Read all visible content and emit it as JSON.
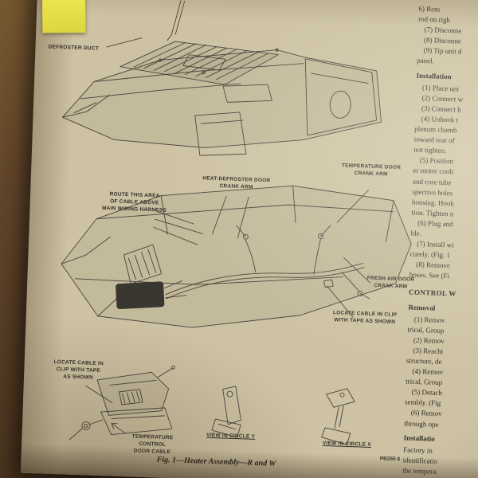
{
  "figure": {
    "labels": {
      "defroster_duct": "DEFROSTER DUCT",
      "route_cable": "ROUTE THIS AREA\nOF CABLE ABOVE\nMAIN WIRING HARNESS",
      "heat_defroster_crank": "HEAT-DEFROSTER DOOR\nCRANK ARM",
      "temperature_door_crank": "TEMPERATURE DOOR\nCRANK ARM",
      "fresh_air_crank": "FRESH AIR DOOR\nCRANK ARM",
      "locate_cable_clip_right": "LOCATE CABLE IN CLIP\nWITH TAPE AS SHOWN",
      "locate_cable_clip_left": "LOCATE CABLE IN\nCLIP WITH TAPE\nAS SHOWN",
      "temperature_control_cable": "TEMPERATURE\nCONTROL\nDOOR CABLE",
      "view_circle_y": "VIEW IN CIRCLE Y",
      "view_circle_x": "VIEW IN CIRCLE X"
    },
    "caption": "Fig. 1—Heater Assembly—R and W",
    "plate_code": "PB255 8"
  },
  "text_column": {
    "lines": [
      {
        "cls": "cont",
        "text": "6) Rem"
      },
      {
        "cls": "cont",
        "text": "rod on righ"
      },
      {
        "cls": "step",
        "text": "(7) Disconne"
      },
      {
        "cls": "step",
        "text": "(8) Disconne"
      },
      {
        "cls": "step",
        "text": "(9) Tip unit d"
      },
      {
        "cls": "cont",
        "text": "panel."
      },
      {
        "cls": "h2",
        "text": "Installation"
      },
      {
        "cls": "step",
        "text": "(1) Place uni"
      },
      {
        "cls": "step",
        "text": "(2) Connect w"
      },
      {
        "cls": "step",
        "text": "(3) Connect h"
      },
      {
        "cls": "step",
        "text": "(4) Unhook t"
      },
      {
        "cls": "cont",
        "text": "plenum chamb"
      },
      {
        "cls": "cont",
        "text": "toward rear of"
      },
      {
        "cls": "cont",
        "text": "not tighten."
      },
      {
        "cls": "step",
        "text": "(5) Position"
      },
      {
        "cls": "cont",
        "text": "er motor cooli"
      },
      {
        "cls": "cont",
        "text": "and core tube"
      },
      {
        "cls": "cont",
        "text": "spective holes"
      },
      {
        "cls": "cont",
        "text": "housing. Hook"
      },
      {
        "cls": "cont",
        "text": "tion. Tighten n"
      },
      {
        "cls": "step",
        "text": "(6) Plug and"
      },
      {
        "cls": "cont",
        "text": "ble."
      },
      {
        "cls": "step",
        "text": "(7) Install wi"
      },
      {
        "cls": "cont",
        "text": "curely. (Fig. 1"
      },
      {
        "cls": "step",
        "text": "(8) Remove"
      },
      {
        "cls": "cont",
        "text": "hoses. See (Fi"
      },
      {
        "cls": "h1",
        "text": "CONTROL W"
      },
      {
        "cls": "h2",
        "text": "Removal"
      },
      {
        "cls": "step",
        "text": "(1) Remov"
      },
      {
        "cls": "cont",
        "text": "trical, Group"
      },
      {
        "cls": "step",
        "text": "(2) Remov"
      },
      {
        "cls": "step",
        "text": "(3) Reachi"
      },
      {
        "cls": "cont",
        "text": "structure, de"
      },
      {
        "cls": "step",
        "text": "(4) Remov"
      },
      {
        "cls": "cont",
        "text": "trical, Group"
      },
      {
        "cls": "step",
        "text": "(5) Detach"
      },
      {
        "cls": "cont",
        "text": "sembly. (Fig"
      },
      {
        "cls": "step",
        "text": "(6) Remov"
      },
      {
        "cls": "cont",
        "text": "through ope"
      },
      {
        "cls": "h2",
        "text": "Installatio"
      },
      {
        "cls": "cont",
        "text": "Factory in"
      },
      {
        "cls": "cont",
        "text": "identificatio"
      },
      {
        "cls": "cont",
        "text": "the tempera"
      }
    ]
  }
}
